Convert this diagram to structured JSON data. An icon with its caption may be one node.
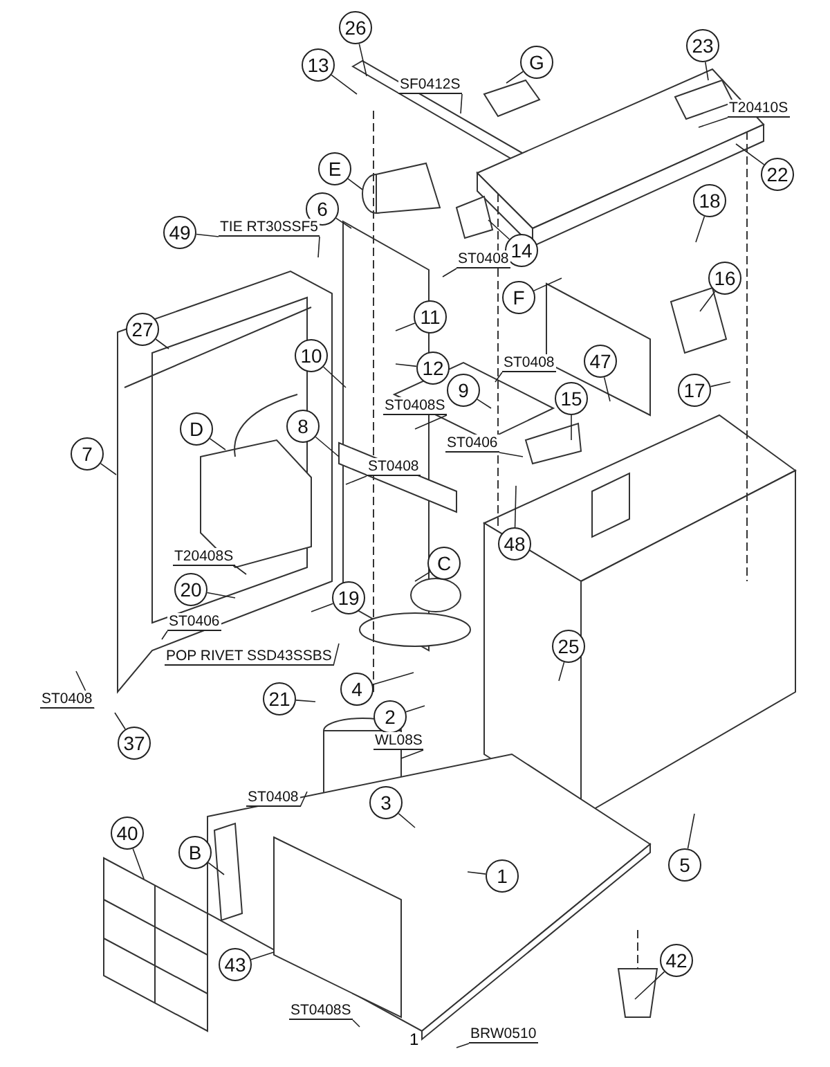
{
  "diagram": {
    "nodes": [
      {
        "text": [
          "26"
        ]
      },
      {
        "text": [
          "13"
        ]
      },
      {
        "text": [
          "SF0412S"
        ]
      },
      {
        "text": [
          "G"
        ]
      },
      {
        "text": [
          "23"
        ]
      },
      {
        "text": [
          "T20410S"
        ]
      },
      {
        "text": [
          "22"
        ]
      },
      {
        "text": [
          "E"
        ]
      },
      {
        "text": [
          "6"
        ]
      },
      {
        "text": [
          "49"
        ]
      },
      {
        "text": [
          "TIE RT30SSF5"
        ]
      },
      {
        "text": [
          "14"
        ]
      },
      {
        "text": [
          "ST0408"
        ]
      },
      {
        "text": [
          "F"
        ]
      },
      {
        "text": [
          "18"
        ]
      },
      {
        "text": [
          "16"
        ]
      },
      {
        "text": [
          "11"
        ]
      },
      {
        "text": [
          "12"
        ]
      },
      {
        "text": [
          "27"
        ]
      },
      {
        "text": [
          "10"
        ]
      },
      {
        "text": [
          "ST0408"
        ]
      },
      {
        "text": [
          "47"
        ]
      },
      {
        "text": [
          "9"
        ]
      },
      {
        "text": [
          "ST0408S"
        ]
      },
      {
        "text": [
          "17"
        ]
      },
      {
        "text": [
          "15"
        ]
      },
      {
        "text": [
          "8"
        ]
      },
      {
        "text": [
          "ST0406"
        ]
      },
      {
        "text": [
          "D"
        ]
      },
      {
        "text": [
          "7"
        ]
      },
      {
        "text": [
          "ST0408"
        ]
      },
      {
        "text": [
          "48"
        ]
      },
      {
        "text": [
          "C"
        ]
      },
      {
        "text": [
          "T20408S"
        ]
      },
      {
        "text": [
          "20"
        ]
      },
      {
        "text": [
          "19"
        ]
      },
      {
        "text": [
          "ST0406"
        ]
      },
      {
        "text": [
          "POP RIVET SSD43SSBS"
        ]
      },
      {
        "text": [
          "21"
        ]
      },
      {
        "text": [
          "4"
        ]
      },
      {
        "text": [
          "25"
        ]
      },
      {
        "text": [
          "2"
        ]
      },
      {
        "text": [
          "WL08S"
        ]
      },
      {
        "text": [
          "ST0408"
        ]
      },
      {
        "text": [
          "37"
        ]
      },
      {
        "text": [
          "ST0408"
        ]
      },
      {
        "text": [
          "3"
        ]
      },
      {
        "text": [
          "40"
        ]
      },
      {
        "text": [
          "B"
        ]
      },
      {
        "text": [
          "1"
        ]
      },
      {
        "text": [
          "5"
        ]
      },
      {
        "text": [
          "43"
        ]
      },
      {
        "text": [
          "42"
        ]
      },
      {
        "text": [
          "ST0408S"
        ]
      },
      {
        "text": [
          "BRW0510"
        ]
      }
    ],
    "edges": [
      {
        "from": 0,
        "to": null,
        "arrow": "none"
      },
      {
        "from": 1,
        "to": null,
        "arrow": "none"
      },
      {
        "from": 2,
        "to": null,
        "arrow": "none"
      },
      {
        "from": 3,
        "to": null,
        "arrow": "none"
      },
      {
        "from": 4,
        "to": null,
        "arrow": "none"
      },
      {
        "from": 5,
        "to": null,
        "arrow": "none"
      },
      {
        "from": 6,
        "to": null,
        "arrow": "none"
      },
      {
        "from": 7,
        "to": null,
        "arrow": "none"
      },
      {
        "from": 8,
        "to": null,
        "arrow": "none"
      },
      {
        "from": 9,
        "to": 10,
        "arrow": "none"
      },
      {
        "from": 10,
        "to": null,
        "arrow": "none"
      },
      {
        "from": 11,
        "to": null,
        "arrow": "none"
      },
      {
        "from": 12,
        "to": null,
        "arrow": "none"
      },
      {
        "from": 13,
        "to": null,
        "arrow": "none"
      },
      {
        "from": 14,
        "to": null,
        "arrow": "none"
      },
      {
        "from": 15,
        "to": null,
        "arrow": "none"
      },
      {
        "from": 16,
        "to": null,
        "arrow": "none"
      },
      {
        "from": 17,
        "to": null,
        "arrow": "none"
      },
      {
        "from": 18,
        "to": null,
        "arrow": "none"
      },
      {
        "from": 19,
        "to": null,
        "arrow": "none"
      },
      {
        "from": 20,
        "to": null,
        "arrow": "none"
      },
      {
        "from": 21,
        "to": null,
        "arrow": "none"
      },
      {
        "from": 22,
        "to": null,
        "arrow": "none"
      },
      {
        "from": 23,
        "to": null,
        "arrow": "none"
      },
      {
        "from": 24,
        "to": null,
        "arrow": "none"
      },
      {
        "from": 25,
        "to": null,
        "arrow": "none"
      },
      {
        "from": 26,
        "to": null,
        "arrow": "none"
      },
      {
        "from": 27,
        "to": null,
        "arrow": "none"
      },
      {
        "from": 28,
        "to": null,
        "arrow": "none"
      },
      {
        "from": 29,
        "to": null,
        "arrow": "none"
      },
      {
        "from": 30,
        "to": null,
        "arrow": "none"
      },
      {
        "from": 31,
        "to": null,
        "arrow": "none"
      },
      {
        "from": 32,
        "to": null,
        "arrow": "none"
      },
      {
        "from": 33,
        "to": null,
        "arrow": "none"
      },
      {
        "from": 34,
        "to": null,
        "arrow": "none"
      },
      {
        "from": 35,
        "to": null,
        "arrow": "none"
      },
      {
        "from": 36,
        "to": null,
        "arrow": "none"
      },
      {
        "from": 37,
        "to": null,
        "arrow": "none"
      },
      {
        "from": 38,
        "to": null,
        "arrow": "none"
      },
      {
        "from": 39,
        "to": null,
        "arrow": "none"
      },
      {
        "from": 40,
        "to": null,
        "arrow": "none"
      },
      {
        "from": 41,
        "to": null,
        "arrow": "none"
      },
      {
        "from": 42,
        "to": null,
        "arrow": "none"
      },
      {
        "from": 43,
        "to": null,
        "arrow": "none"
      },
      {
        "from": 44,
        "to": null,
        "arrow": "none"
      },
      {
        "from": 45,
        "to": null,
        "arrow": "none"
      },
      {
        "from": 46,
        "to": null,
        "arrow": "none"
      },
      {
        "from": 47,
        "to": null,
        "arrow": "none"
      },
      {
        "from": 48,
        "to": null,
        "arrow": "none"
      },
      {
        "from": 49,
        "to": null,
        "arrow": "none"
      },
      {
        "from": 50,
        "to": null,
        "arrow": "none"
      },
      {
        "from": 51,
        "to": null,
        "arrow": "none"
      },
      {
        "from": 52,
        "to": null,
        "arrow": "none"
      },
      {
        "from": 53,
        "to": null,
        "arrow": "none"
      },
      {
        "from": 54,
        "to": null,
        "arrow": "none"
      }
    ],
    "labels": [
      "1"
    ]
  }
}
